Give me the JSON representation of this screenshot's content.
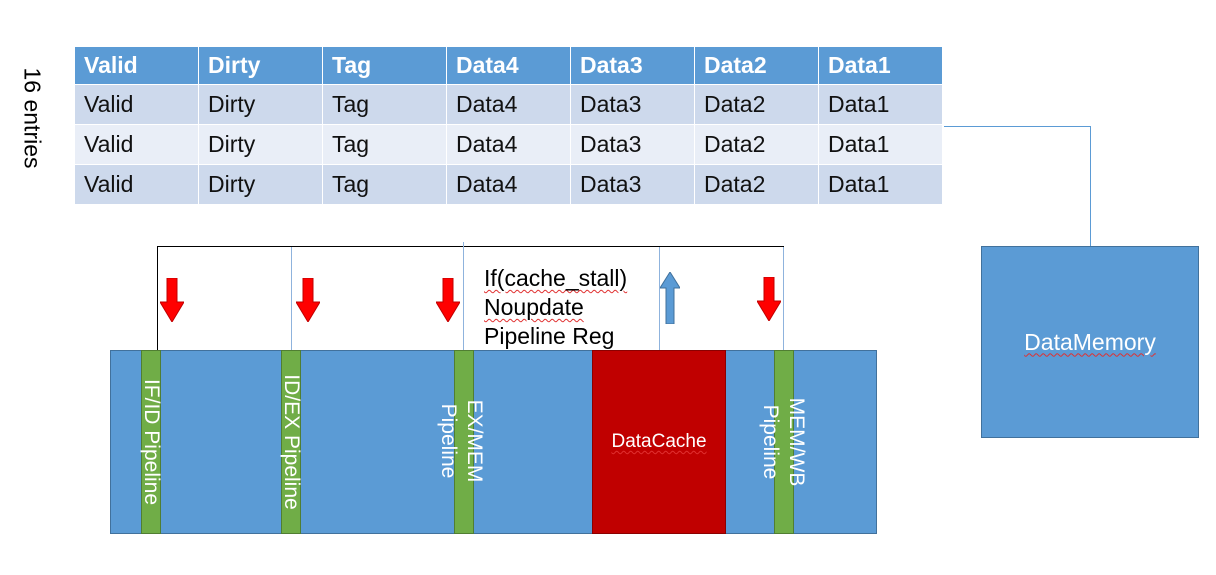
{
  "entries_label": "16 entries",
  "cache_table": {
    "headers": [
      "Valid",
      "Dirty",
      "Tag",
      "Data4",
      "Data3",
      "Data2",
      "Data1"
    ],
    "rows": [
      [
        "Valid",
        "Dirty",
        "Tag",
        "Data4",
        "Data3",
        "Data2",
        "Data1"
      ],
      [
        "Valid",
        "Dirty",
        "Tag",
        "Data4",
        "Data3",
        "Data2",
        "Data1"
      ],
      [
        "Valid",
        "Dirty",
        "Tag",
        "Data4",
        "Data3",
        "Data2",
        "Data1"
      ]
    ]
  },
  "data_memory": {
    "label": "DataMemory"
  },
  "pipeline": {
    "registers": {
      "if_id": "IF/ID Pipeline",
      "id_ex": "ID/EX Pipeline",
      "ex_mem": "EX/MEM\nPipeline",
      "mem_wb": "MEM/WB\nPipeline"
    },
    "data_cache": "DataCache"
  },
  "stall_note": {
    "line1": "If(cache_stall)",
    "line2": "Noupdate",
    "line3": "Pipeline Reg"
  },
  "colors": {
    "header_blue": "#5b9bd5",
    "row_odd": "#cdd9ec",
    "row_even": "#e9eef7",
    "register_green": "#70ad47",
    "cache_red": "#c00000",
    "down_arrow_red": "#ff0000",
    "up_arrow_blue": "#5b9bd5"
  }
}
